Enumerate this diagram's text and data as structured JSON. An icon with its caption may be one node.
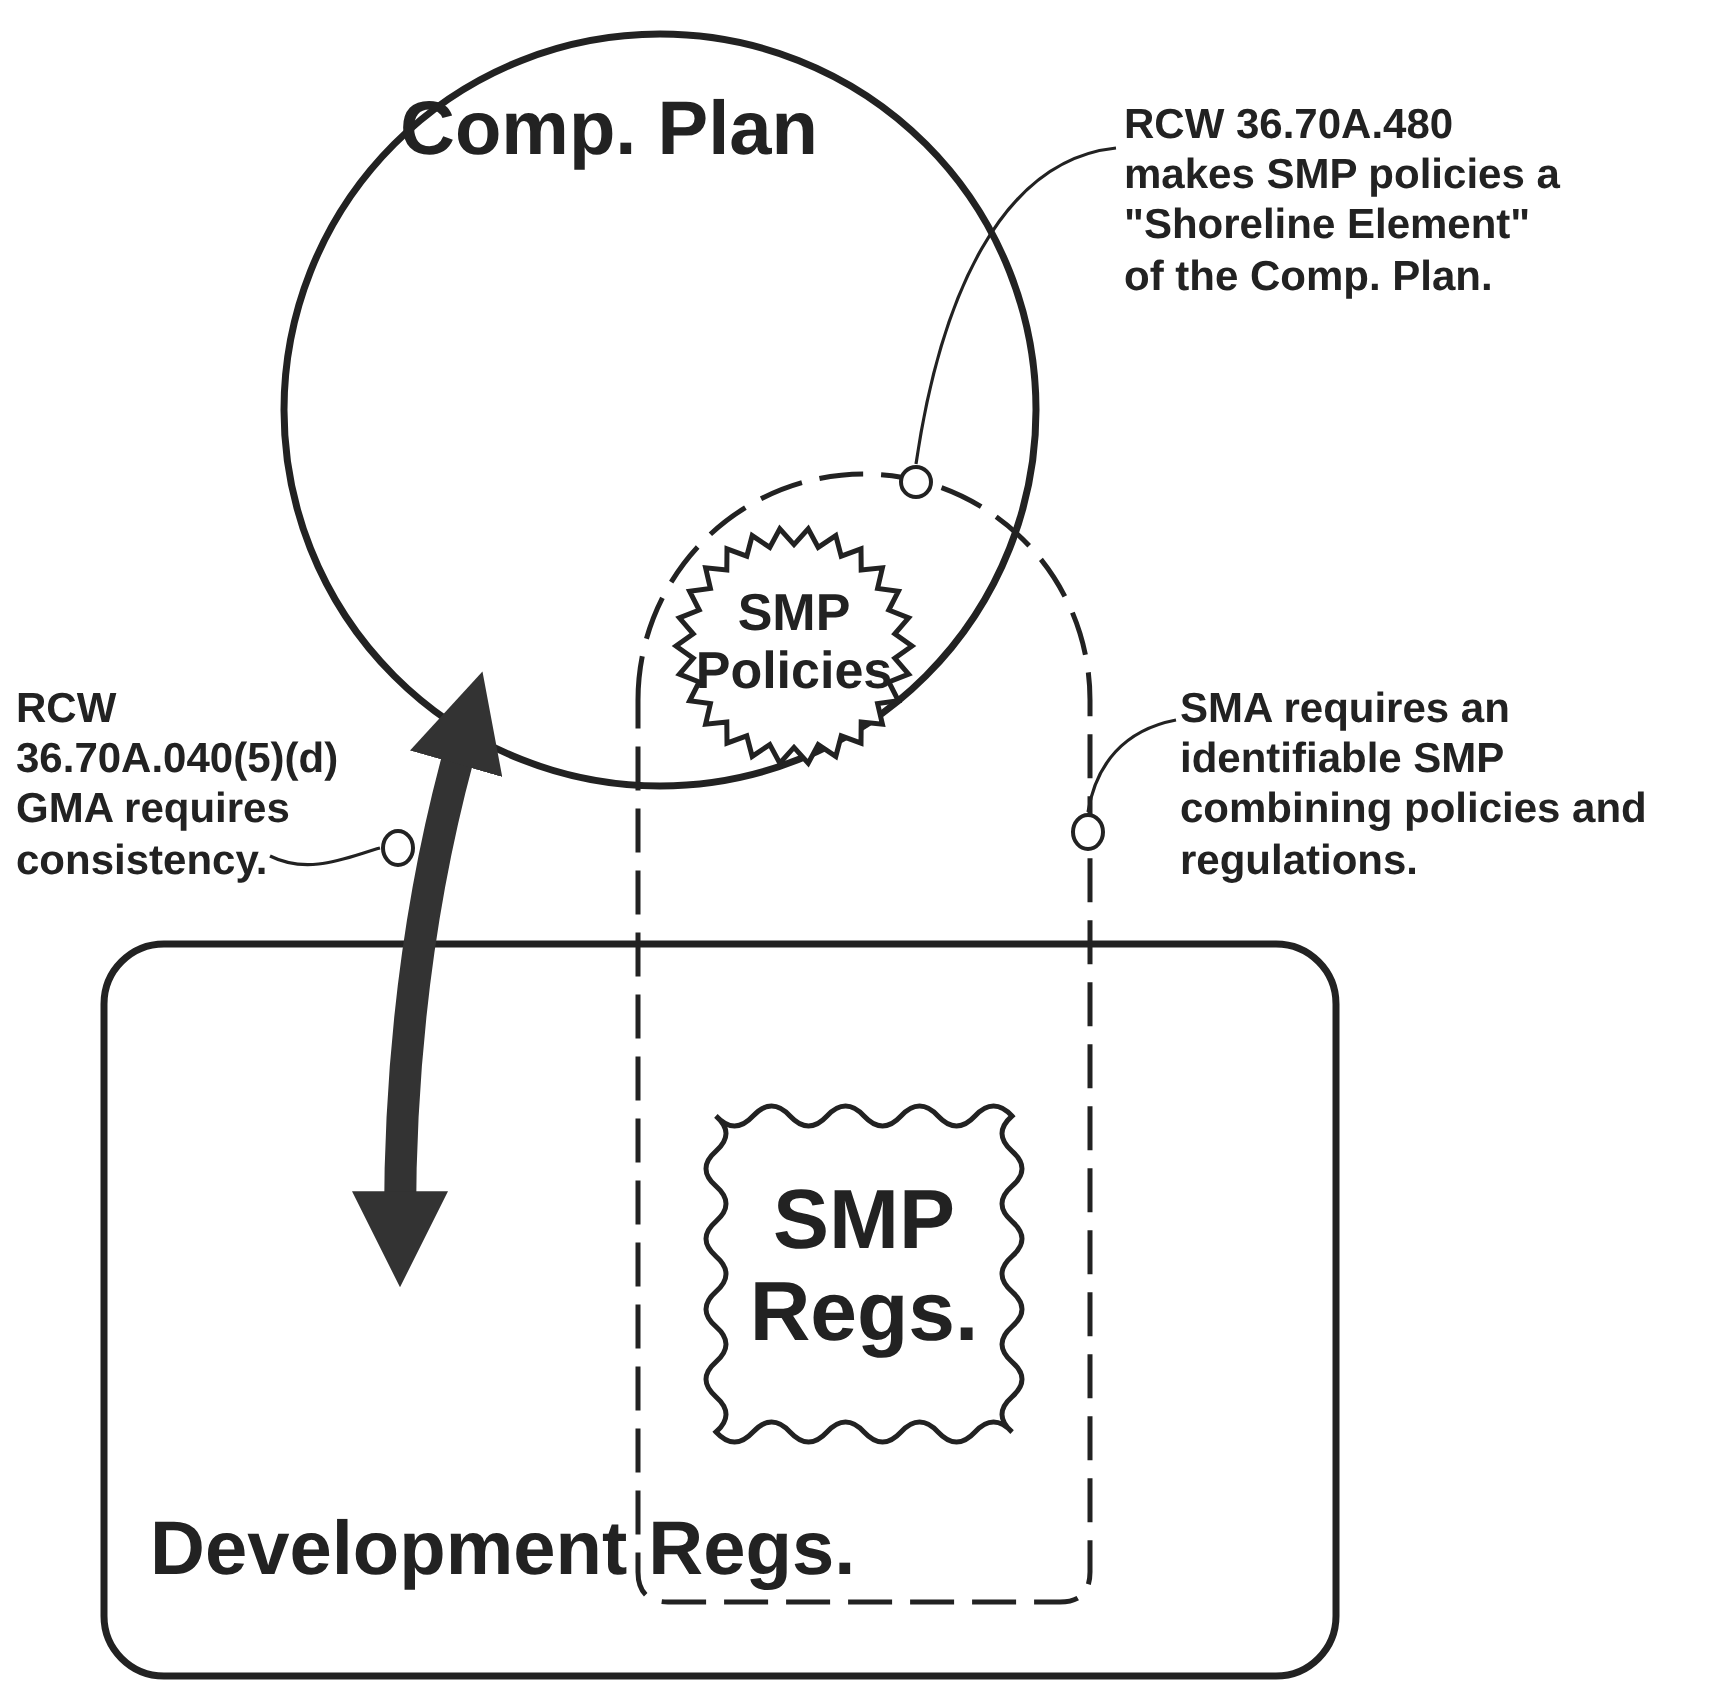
{
  "diagram": {
    "nodes": [
      {
        "text": [
          "Comp. Plan"
        ]
      },
      {
        "text": [
          "SMP Policies"
        ]
      },
      {
        "text": [
          "Development Regs."
        ]
      },
      {
        "text": [
          "SMP Regs."
        ]
      },
      {
        "text": [],
        "shape": "box"
      },
      {
        "text": [
          "RCW 36.70A.040(5)(d) GMA requires consistency."
        ]
      },
      {
        "text": [],
        "shape": "circle"
      },
      {
        "text": [
          "RCW 36.70A.480 makes SMP policies a \"Shoreline Element\" of the Comp. Plan."
        ]
      },
      {
        "text": [],
        "shape": "circle",
        "in": 0
      },
      {
        "text": [
          "SMA requires an identifiable SMP combining policies and regulations."
        ]
      },
      {
        "text": [],
        "shape": "circle"
      }
    ],
    "edges": [
      {
        "from": 0,
        "to": 2,
        "arrow": "both",
        "style": "thick"
      },
      {
        "from": 7,
        "to": 8,
        "arrow": "none"
      },
      {
        "from": 9,
        "to": 10,
        "arrow": "none"
      },
      {
        "from": 5,
        "to": 6,
        "arrow": "none"
      }
    ]
  }
}
